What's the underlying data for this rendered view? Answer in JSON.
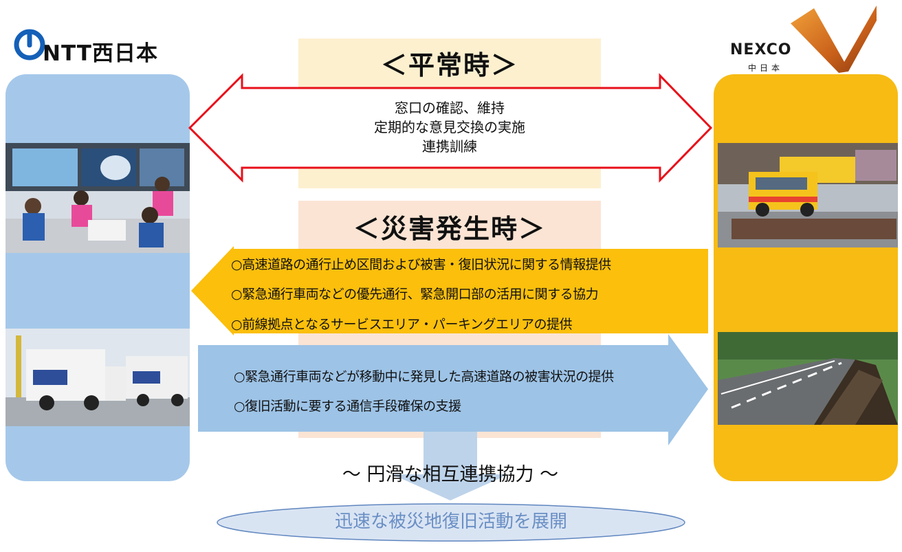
{
  "brands": {
    "ntt": "NTT西日本",
    "nexco": "NEXCO",
    "nexco_sub": "中日本"
  },
  "normal": {
    "heading": "＜平常時＞",
    "items": [
      "窓口の確認、維持",
      "定期的な意見交換の実施",
      "連携訓練"
    ]
  },
  "disaster": {
    "heading": "＜災害発生時＞",
    "nexco_to_ntt": [
      "○高速道路の通行止め区間および被害・復旧状況に関する情報提供",
      "○緊急通行車両などの優先通行、緊急開口部の活用に関する協力",
      "○前線拠点となるサービスエリア・パーキングエリアの提供"
    ],
    "ntt_to_nexco": [
      "○緊急通行車両などが移動中に発見した高速道路の被害状況の提供",
      "○復旧活動に要する通信手段確保の支援"
    ]
  },
  "cooperation": "～ 円滑な相互連携協力 ～",
  "result": "迅速な被災地復旧活動を展開",
  "colors": {
    "ntt_panel": "#a5c8ea",
    "nexco_panel": "#f7bb14",
    "normal_band": "#fdf0cf",
    "disaster_band": "#fbe4d4",
    "red_arrow": "#e8101a",
    "orange_arrow": "#fbbf0c",
    "blue_arrow": "#9dc3e6",
    "ellipse_fill": "#d9e4f3",
    "ellipse_text": "#6a8fc4"
  },
  "icons": {
    "ntt_logo": "ntt-logo-icon",
    "nexco_logo": "nexco-v-logo-icon"
  }
}
